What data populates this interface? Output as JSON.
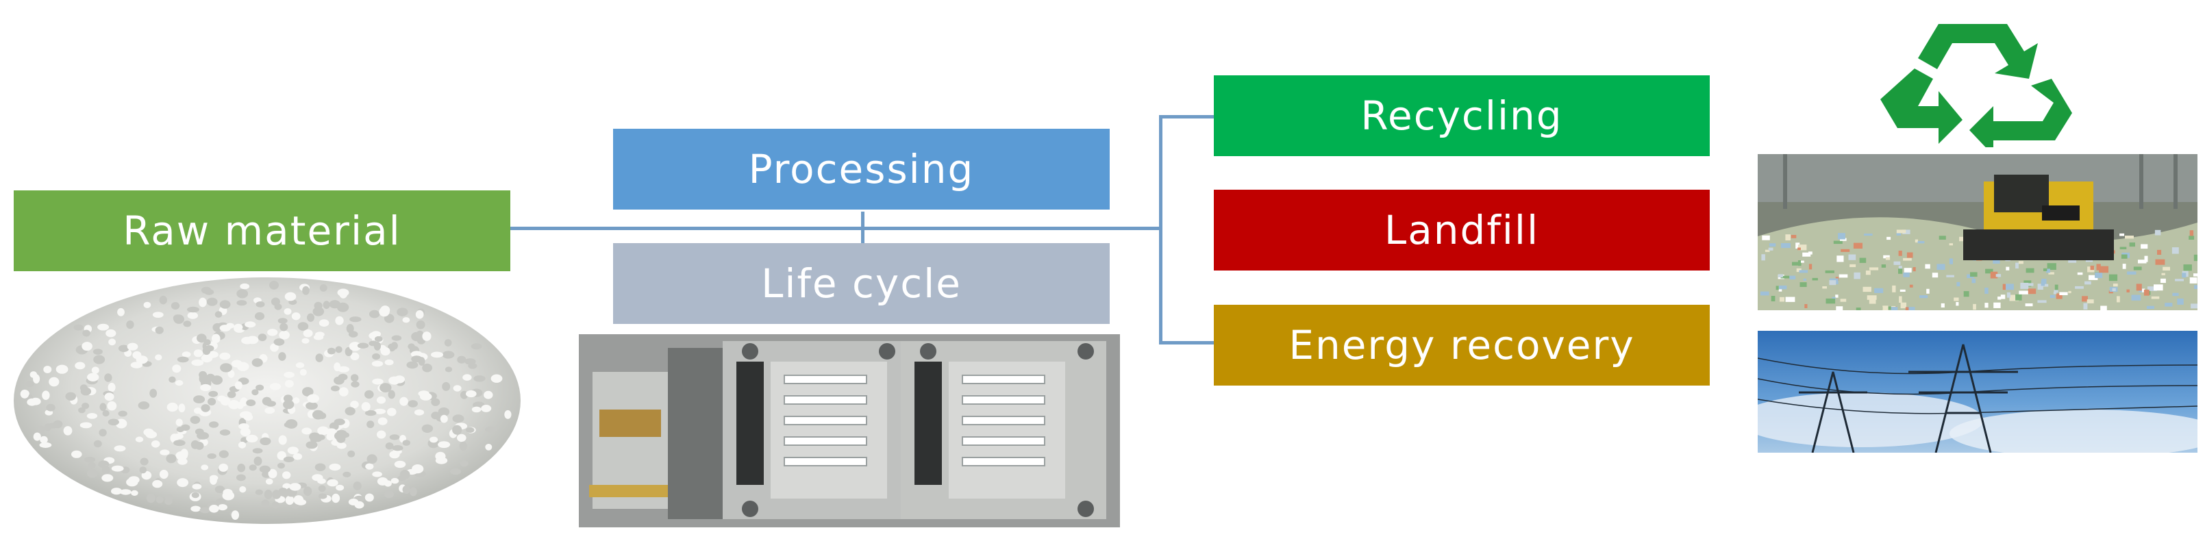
{
  "diagram": {
    "nodes": {
      "raw_material": {
        "label": "Raw material",
        "color": "#70ad47"
      },
      "processing": {
        "label": "Processing",
        "color": "#5b9bd5"
      },
      "life_cycle": {
        "label": "Life cycle",
        "color": "#adb9ca"
      },
      "recycling": {
        "label": "Recycling",
        "color": "#00b050"
      },
      "landfill": {
        "label": "Landfill",
        "color": "#c00000"
      },
      "energy_recovery": {
        "label": "Energy recovery",
        "color": "#bf9000"
      }
    },
    "connector_color": "#6f9bc6",
    "images": {
      "raw": "plastic-pellets-photo",
      "processing": "injection-mold-photo",
      "recycle_symbol": "recycling-symbol-icon",
      "landfill": "landfill-bulldozer-photo",
      "energy": "power-transmission-tower-photo"
    }
  }
}
